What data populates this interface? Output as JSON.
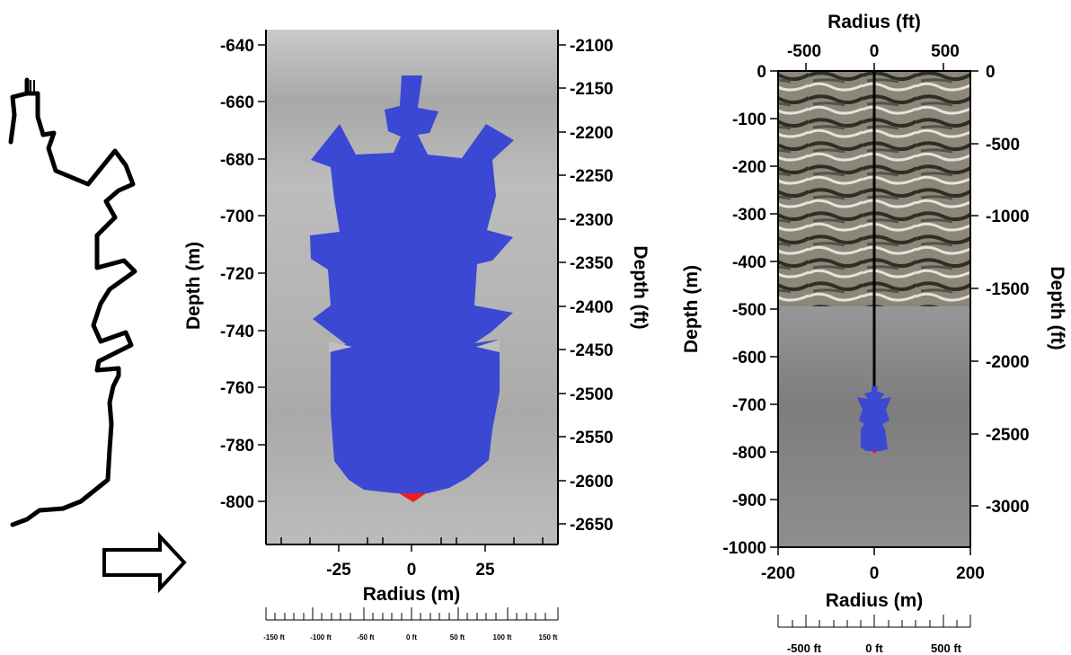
{
  "left_panel": {
    "y_left_label": "Depth (m)",
    "y_right_label": "Depth (ft)",
    "x_label": "Radius (m)",
    "y_left_ticks": [
      "-640",
      "-660",
      "-680",
      "-700",
      "-720",
      "-740",
      "-760",
      "-780",
      "-800"
    ],
    "y_right_ticks": [
      "-2100",
      "-2150",
      "-2200",
      "-2250",
      "-2300",
      "-2350",
      "-2400",
      "-2450",
      "-2500",
      "-2550",
      "-2600",
      "-2650"
    ],
    "x_ticks": [
      "-25",
      "0",
      "25"
    ],
    "ruler_ticks": [
      "-150 ft",
      "-100 ft",
      "-50 ft",
      "0 ft",
      "50 ft",
      "100 ft",
      "150 ft"
    ]
  },
  "right_panel": {
    "top_label": "Radius (ft)",
    "top_ticks": [
      "-500",
      "0",
      "500"
    ],
    "y_left_label": "Depth (m)",
    "y_right_label": "Depth (ft)",
    "x_label": "Radius (m)",
    "y_left_ticks": [
      "0",
      "-100",
      "-200",
      "-300",
      "-400",
      "-500",
      "-600",
      "-700",
      "-800",
      "-900",
      "-1000"
    ],
    "y_right_ticks": [
      "0",
      "-500",
      "-1000",
      "-1500",
      "-2000",
      "-2500",
      "-3000"
    ],
    "x_ticks": [
      "-200",
      "0",
      "200"
    ],
    "ruler_ticks": [
      "-500 ft",
      "0 ft",
      "500 ft"
    ]
  },
  "colors": {
    "cavern_fill": "#3a48d4",
    "cavern_bottom": "#f01c24",
    "background": "#ffffff",
    "outline": "#000000"
  }
}
